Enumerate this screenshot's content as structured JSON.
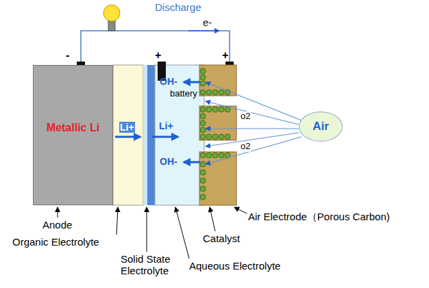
{
  "diagram": {
    "nodes": [
      {
        "text": [
          "Metallic Li"
        ]
      },
      {
        "text": [
          "Air"
        ]
      }
    ],
    "labels": [
      "Discharge",
      "e-",
      "-",
      "+",
      "+",
      "Li+",
      "Li+",
      "OH-",
      "battery",
      "o2",
      "o2",
      "OH-",
      "Anode",
      "Organic Electrolyte",
      "Solid State Electrolyte",
      "Catalyst",
      "Air Electrode（Porous Carbon)",
      "Aqueous Electrolyte"
    ]
  }
}
